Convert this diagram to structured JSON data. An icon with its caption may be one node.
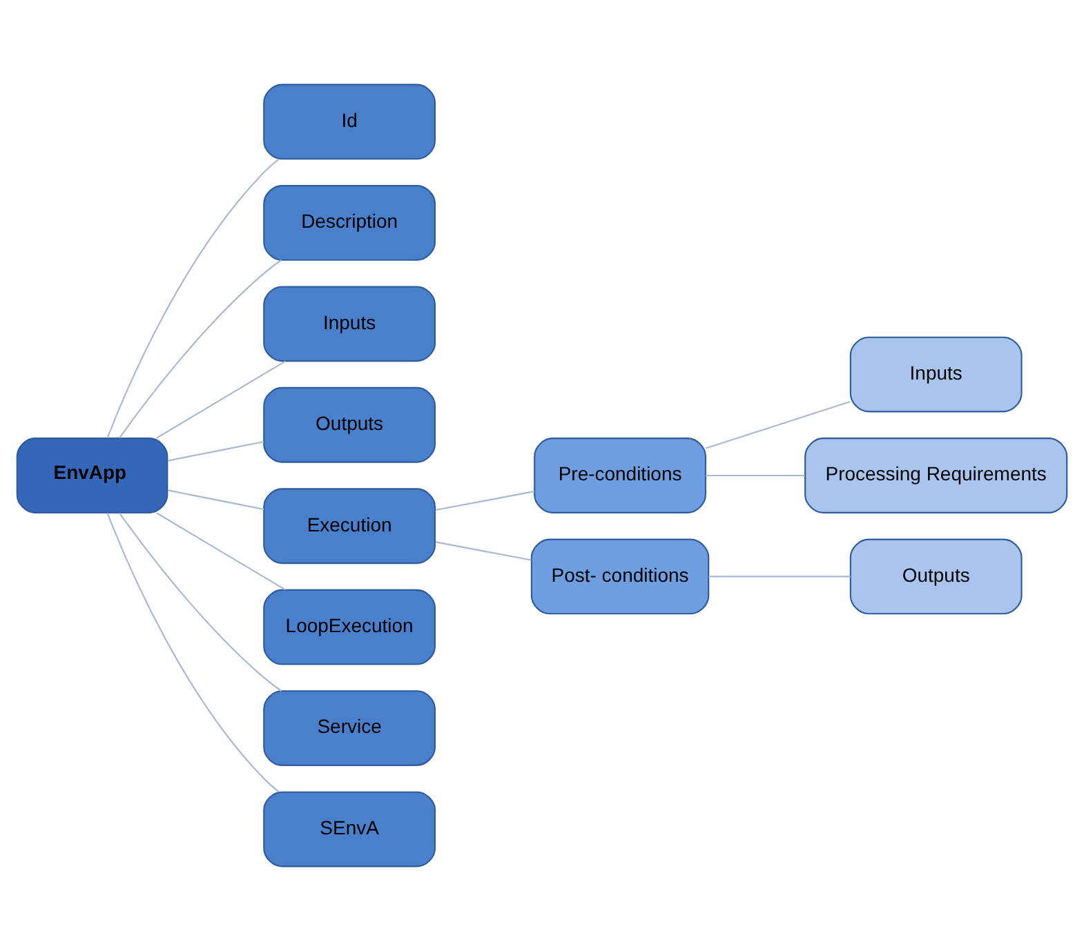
{
  "diagram": {
    "nodes": [
      {
        "text": [
          "EnvApp"
        ]
      },
      {
        "text": [
          "Id"
        ]
      },
      {
        "text": [
          "Description"
        ]
      },
      {
        "text": [
          "Inputs"
        ]
      },
      {
        "text": [
          "Outputs"
        ]
      },
      {
        "text": [
          "Execution"
        ]
      },
      {
        "text": [
          "LoopExecution"
        ]
      },
      {
        "text": [
          "Service"
        ]
      },
      {
        "text": [
          "SEnvA"
        ]
      },
      {
        "text": [
          "Pre-conditions"
        ]
      },
      {
        "text": [
          "Post- conditions"
        ]
      },
      {
        "text": [
          "Inputs"
        ]
      },
      {
        "text": [
          "Processing Requirements"
        ]
      },
      {
        "text": [
          "Outputs"
        ]
      }
    ],
    "edges": [
      {
        "from": 0,
        "to": 1,
        "arrow": "none"
      },
      {
        "from": 0,
        "to": 2,
        "arrow": "none"
      },
      {
        "from": 0,
        "to": 3,
        "arrow": "none"
      },
      {
        "from": 0,
        "to": 4,
        "arrow": "none"
      },
      {
        "from": 0,
        "to": 5,
        "arrow": "none"
      },
      {
        "from": 0,
        "to": 6,
        "arrow": "none"
      },
      {
        "from": 0,
        "to": 7,
        "arrow": "none"
      },
      {
        "from": 0,
        "to": 8,
        "arrow": "none"
      },
      {
        "from": 5,
        "to": 9,
        "arrow": "none"
      },
      {
        "from": 5,
        "to": 10,
        "arrow": "none"
      },
      {
        "from": 9,
        "to": 11,
        "arrow": "none"
      },
      {
        "from": 9,
        "to": 12,
        "arrow": "none"
      },
      {
        "from": 10,
        "to": 13,
        "arrow": "none"
      }
    ]
  }
}
